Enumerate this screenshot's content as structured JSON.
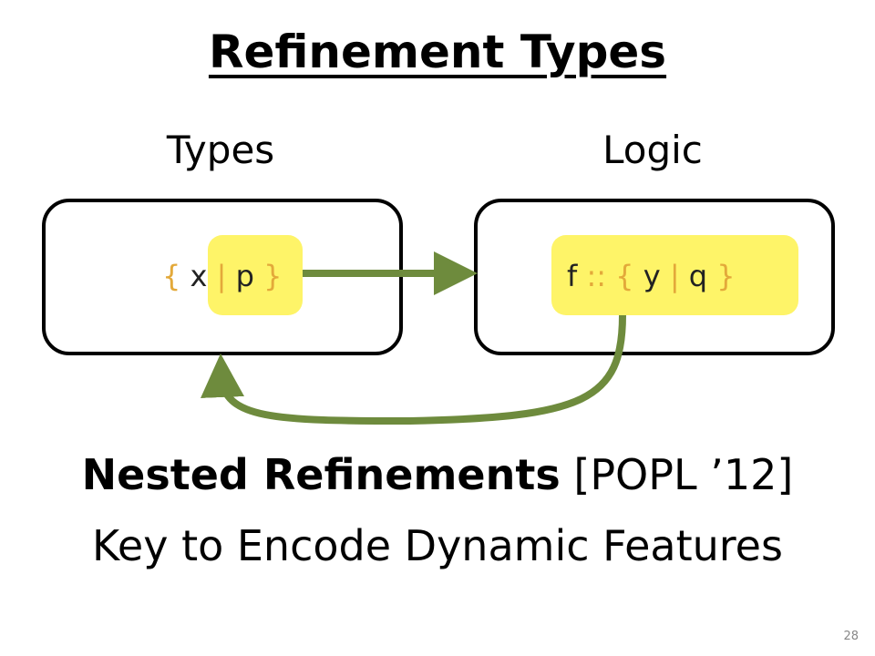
{
  "slide": {
    "title": "Refinement Types",
    "left_label": "Types",
    "right_label": "Logic",
    "types_expr": {
      "open": "{",
      "var": " x ",
      "bar": "|",
      "pred": " p ",
      "close": "}"
    },
    "logic_expr": {
      "fn": "f ",
      "colons": "::",
      "open": " {",
      "var": " y ",
      "bar": "|",
      "pred": " q ",
      "close": "}"
    },
    "nested_bold": "Nested Refinements",
    "nested_rest": " [POPL ’12]",
    "subtitle": "Key to Encode Dynamic Features",
    "page_number": "28"
  },
  "colors": {
    "highlight": "#fef468",
    "brace": "#e3a93a",
    "arrow": "#6e8b3d"
  }
}
